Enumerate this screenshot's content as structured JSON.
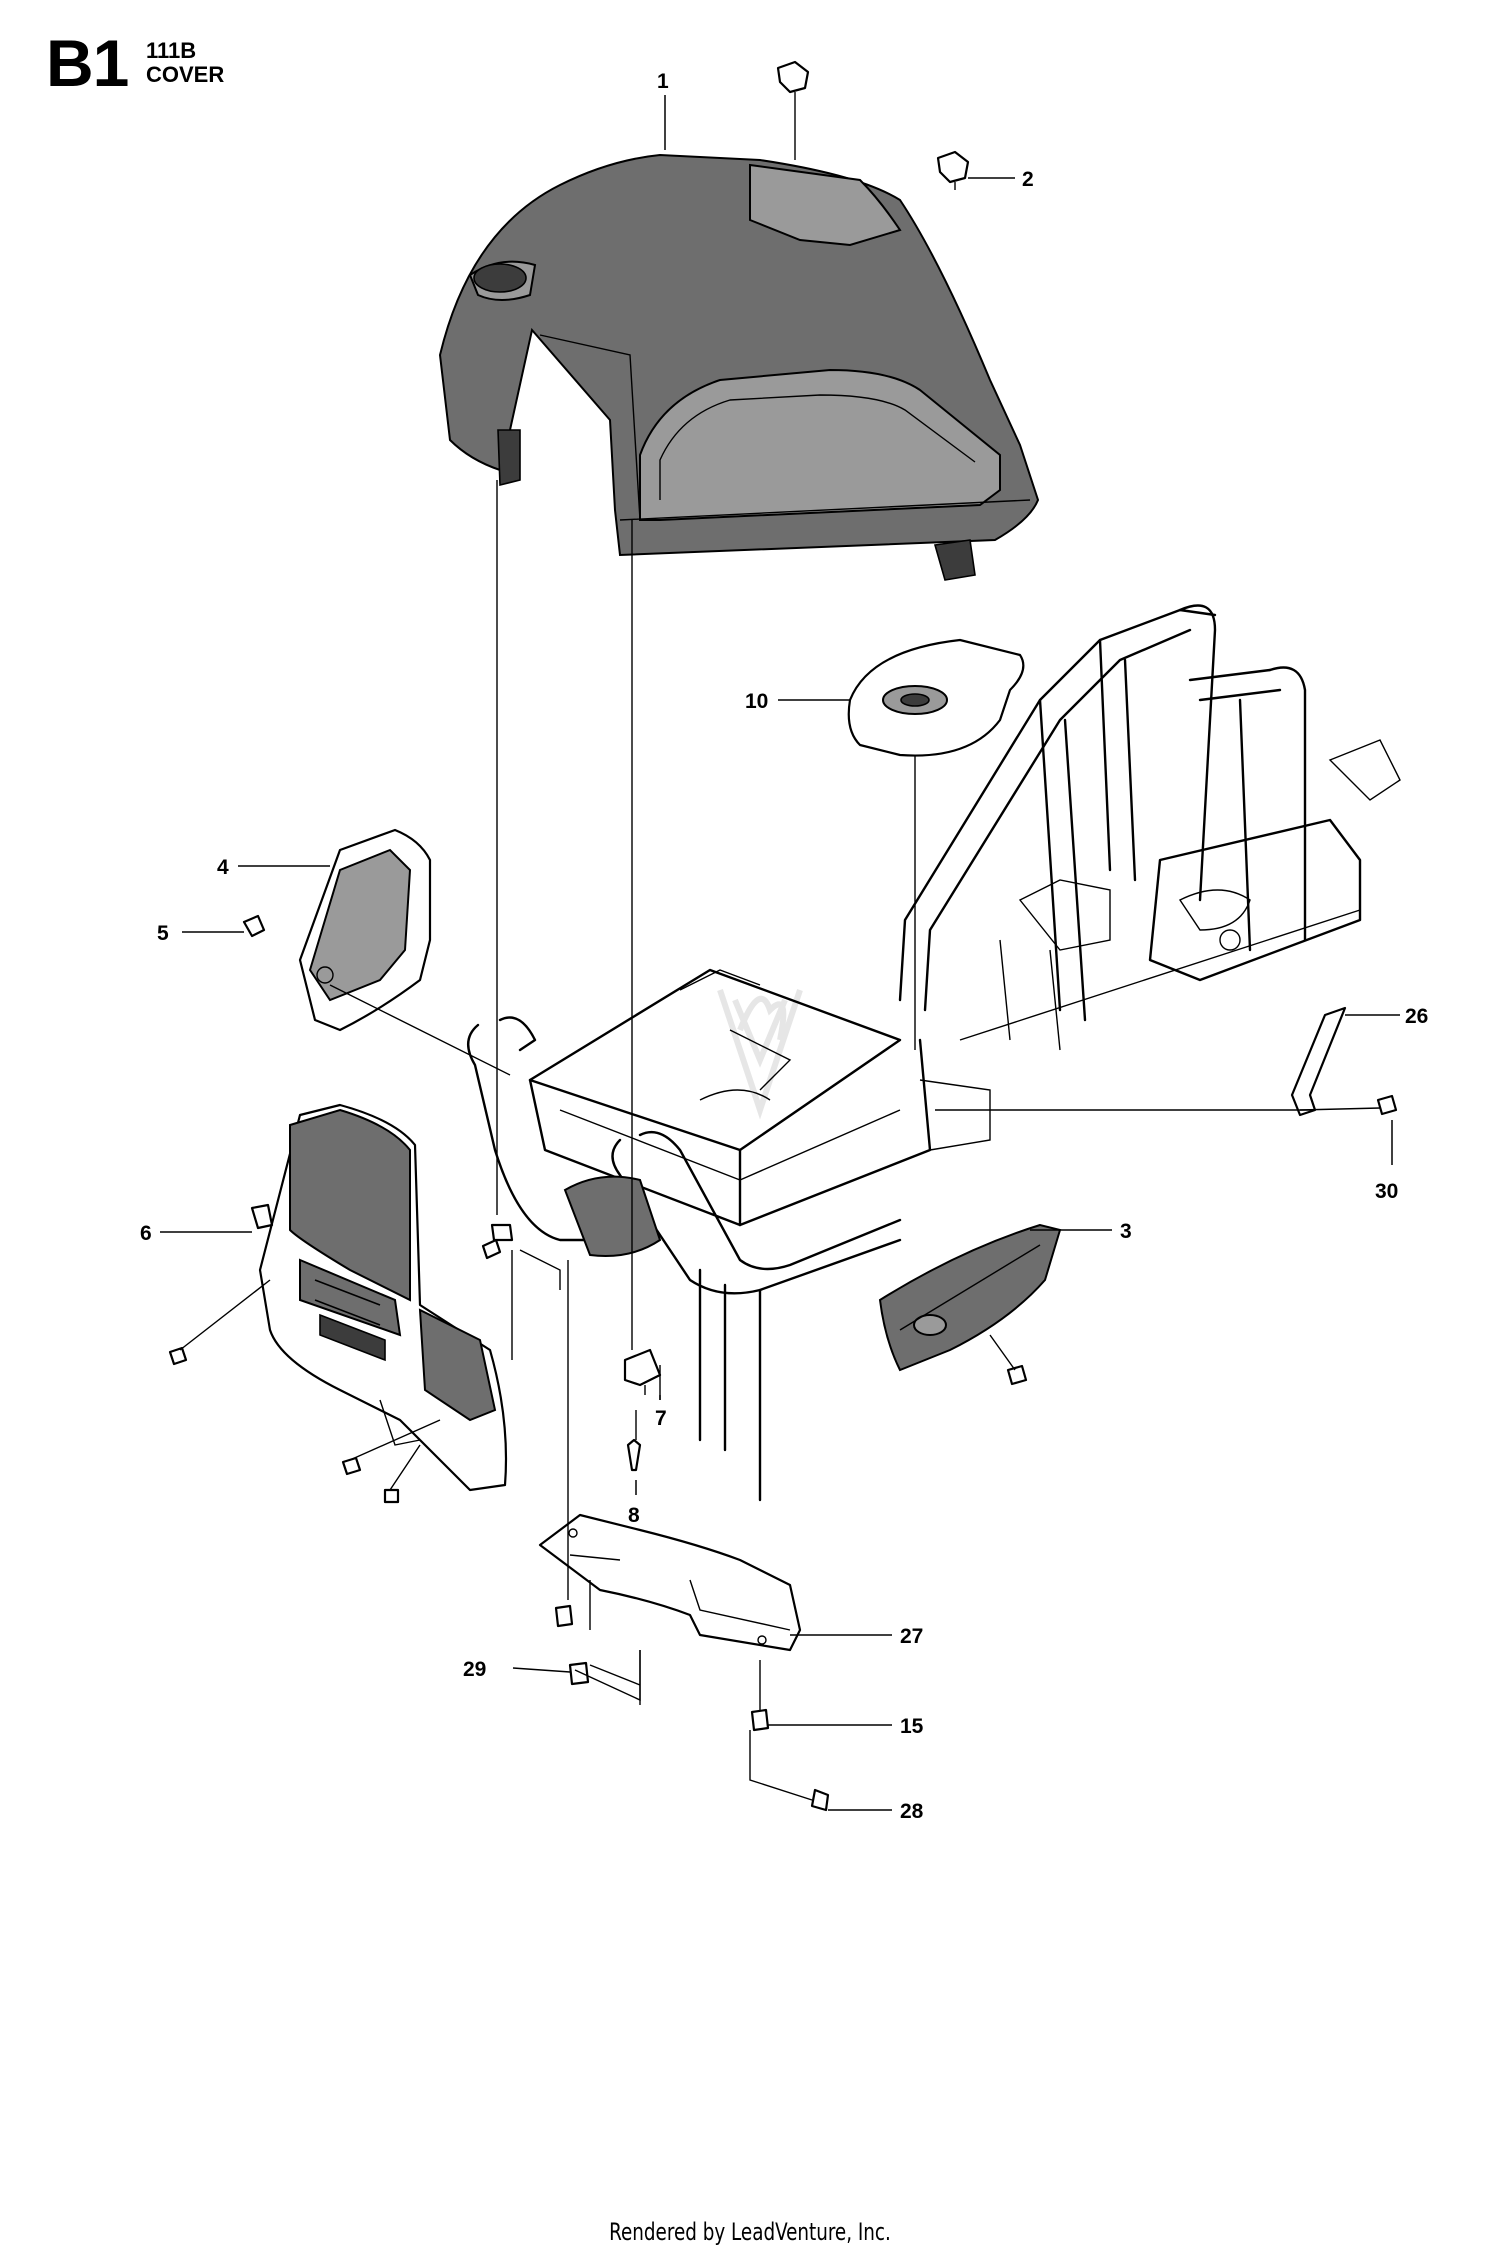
{
  "header": {
    "section_code": "B1",
    "model": "111B",
    "title": "COVER"
  },
  "footer": {
    "text": "Rendered by LeadVenture, Inc."
  },
  "callouts": [
    {
      "id": "1",
      "label": "1"
    },
    {
      "id": "2",
      "label": "2"
    },
    {
      "id": "3",
      "label": "3"
    },
    {
      "id": "4",
      "label": "4"
    },
    {
      "id": "5",
      "label": "5"
    },
    {
      "id": "6",
      "label": "6"
    },
    {
      "id": "7",
      "label": "7"
    },
    {
      "id": "8",
      "label": "8"
    },
    {
      "id": "10",
      "label": "10"
    },
    {
      "id": "15",
      "label": "15"
    },
    {
      "id": "26",
      "label": "26"
    },
    {
      "id": "27",
      "label": "27"
    },
    {
      "id": "28",
      "label": "28"
    },
    {
      "id": "29",
      "label": "29"
    },
    {
      "id": "30",
      "label": "30"
    }
  ]
}
